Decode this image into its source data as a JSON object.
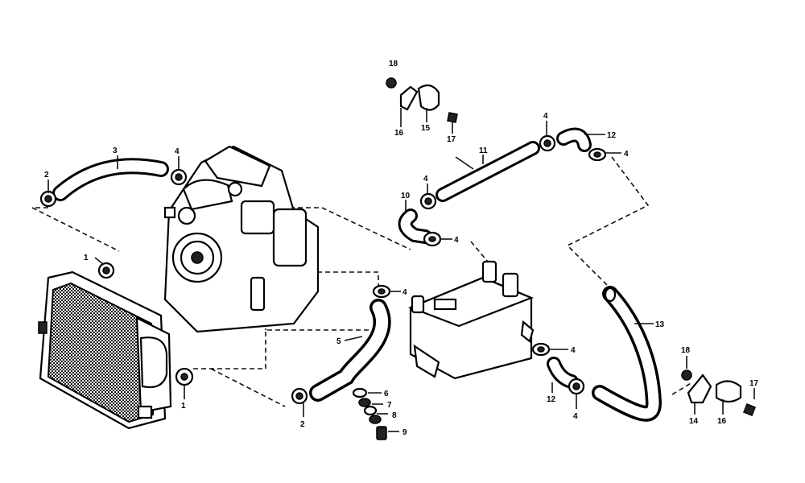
{
  "callouts": [
    {
      "id": "c2a",
      "text": "2"
    },
    {
      "id": "c3",
      "text": "3"
    },
    {
      "id": "c4a",
      "text": "4"
    },
    {
      "id": "c18a",
      "text": "18"
    },
    {
      "id": "c16a",
      "text": "16"
    },
    {
      "id": "c15",
      "text": "15"
    },
    {
      "id": "c17a",
      "text": "17"
    },
    {
      "id": "c11",
      "text": "11"
    },
    {
      "id": "c4b",
      "text": "4"
    },
    {
      "id": "c12a",
      "text": "12"
    },
    {
      "id": "c4c",
      "text": "4"
    },
    {
      "id": "c10",
      "text": "10"
    },
    {
      "id": "c4d",
      "text": "4"
    },
    {
      "id": "c4e",
      "text": "4"
    },
    {
      "id": "c1a",
      "text": "1"
    },
    {
      "id": "c4f",
      "text": "4"
    },
    {
      "id": "c5",
      "text": "5"
    },
    {
      "id": "c13",
      "text": "13"
    },
    {
      "id": "c4g",
      "text": "4"
    },
    {
      "id": "c1b",
      "text": "1"
    },
    {
      "id": "c2b",
      "text": "2"
    },
    {
      "id": "c6",
      "text": "6"
    },
    {
      "id": "c7",
      "text": "7"
    },
    {
      "id": "c8",
      "text": "8"
    },
    {
      "id": "c9",
      "text": "9"
    },
    {
      "id": "c12b",
      "text": "12"
    },
    {
      "id": "c4h",
      "text": "4"
    },
    {
      "id": "c18b",
      "text": "18"
    },
    {
      "id": "c17b",
      "text": "17"
    },
    {
      "id": "c14",
      "text": "14"
    },
    {
      "id": "c16b",
      "text": "16"
    }
  ]
}
